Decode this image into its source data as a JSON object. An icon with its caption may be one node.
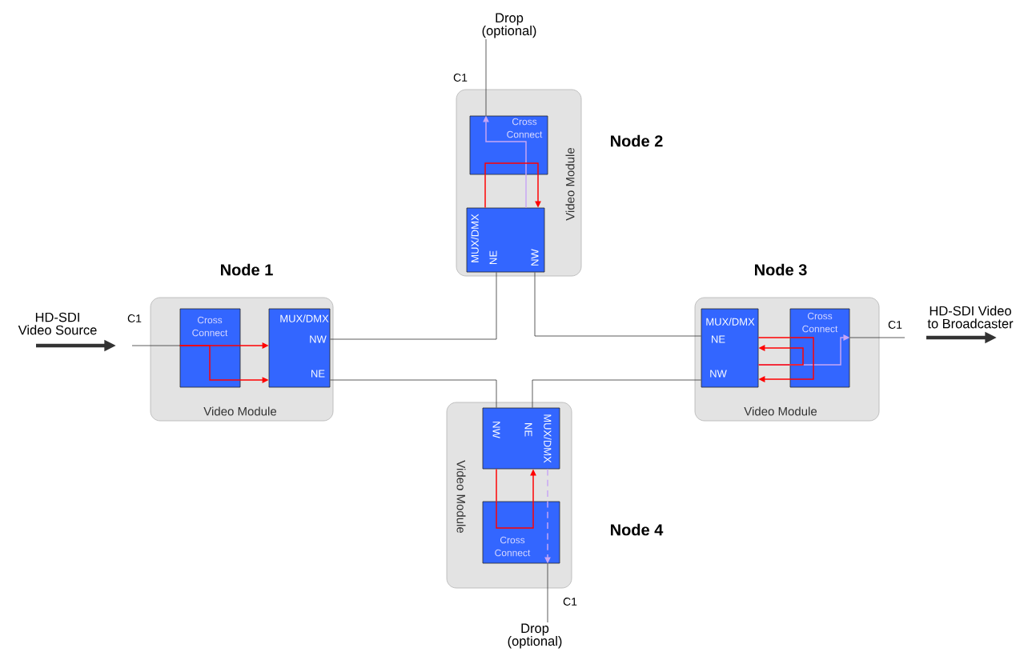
{
  "diagram": {
    "nodes": [
      {
        "text": [
          "Node 1",
          "Video Module"
        ]
      },
      {
        "text": [
          "Cross Connect"
        ],
        "in": 0
      },
      {
        "text": [
          "MUX/DMX",
          "NW",
          "NE"
        ],
        "in": 0
      },
      {
        "text": [
          "Node 2",
          "Video Module"
        ]
      },
      {
        "text": [
          "Cross Connect"
        ],
        "in": 3
      },
      {
        "text": [
          "MUX/DMX",
          "NE",
          "NW"
        ],
        "in": 3
      },
      {
        "text": [
          "Node 3",
          "Video Module"
        ]
      },
      {
        "text": [
          "MUX/DMX",
          "NE",
          "NW"
        ],
        "in": 6
      },
      {
        "text": [
          "Cross Connect"
        ],
        "in": 6
      },
      {
        "text": [
          "Node 4",
          "Video Module"
        ]
      },
      {
        "text": [
          "NW",
          "NE",
          "MUX/DMX"
        ],
        "in": 9
      },
      {
        "text": [
          "Cross Connect"
        ],
        "in": 9
      },
      {
        "text": [
          "HD-SDI Video Source"
        ]
      },
      {
        "text": [
          "HD-SDI Video to Broadcaster"
        ]
      },
      {
        "text": [
          "Drop (optional)"
        ]
      },
      {
        "text": [
          "Drop (optional)"
        ]
      }
    ],
    "edges": [
      {
        "from": 12,
        "to": null,
        "arrow": "to",
        "style": "thick"
      },
      {
        "from": null,
        "to": 1,
        "arrow": "none",
        "label": "C1"
      },
      {
        "from": 1,
        "to": 2,
        "arrow": "to",
        "color": "#ff0000"
      },
      {
        "from": 1,
        "to": 2,
        "arrow": "to",
        "color": "#ff0000"
      },
      {
        "from": 2,
        "to": 5,
        "arrow": "none"
      },
      {
        "from": 2,
        "to": 10,
        "arrow": "none"
      },
      {
        "from": 5,
        "to": 7,
        "arrow": "none"
      },
      {
        "from": 10,
        "to": 7,
        "arrow": "none"
      },
      {
        "from": 4,
        "to": 14,
        "arrow": "none",
        "label": "C1"
      },
      {
        "from": 11,
        "to": 15,
        "arrow": "none",
        "label": "C1"
      },
      {
        "from": 8,
        "to": null,
        "arrow": "none",
        "label": "C1"
      },
      {
        "from": null,
        "to": 13,
        "arrow": "to",
        "style": "thick"
      },
      {
        "from": 5,
        "to": 4,
        "arrow": "none",
        "color": "#ff0000"
      },
      {
        "from": 4,
        "to": 5,
        "arrow": "to",
        "color": "#ff0000"
      },
      {
        "from": 5,
        "to": 4,
        "arrow": "to",
        "color": "#c8a6f5"
      },
      {
        "from": 7,
        "to": 8,
        "arrow": "none",
        "color": "#ff0000"
      },
      {
        "from": 8,
        "to": 7,
        "arrow": "to",
        "color": "#ff0000"
      },
      {
        "from": 7,
        "to": 8,
        "arrow": "none",
        "color": "#ff0000"
      },
      {
        "from": 8,
        "to": 7,
        "arrow": "to",
        "color": "#ff0000"
      },
      {
        "from": 7,
        "to": 8,
        "arrow": "to",
        "color": "#c8a6f5"
      },
      {
        "from": 10,
        "to": 11,
        "arrow": "none",
        "color": "#ff0000"
      },
      {
        "from": 11,
        "to": 10,
        "arrow": "to",
        "color": "#ff0000"
      },
      {
        "from": 10,
        "to": 11,
        "arrow": "to",
        "color": "#c8a6f5",
        "style": "dashed"
      }
    ]
  }
}
